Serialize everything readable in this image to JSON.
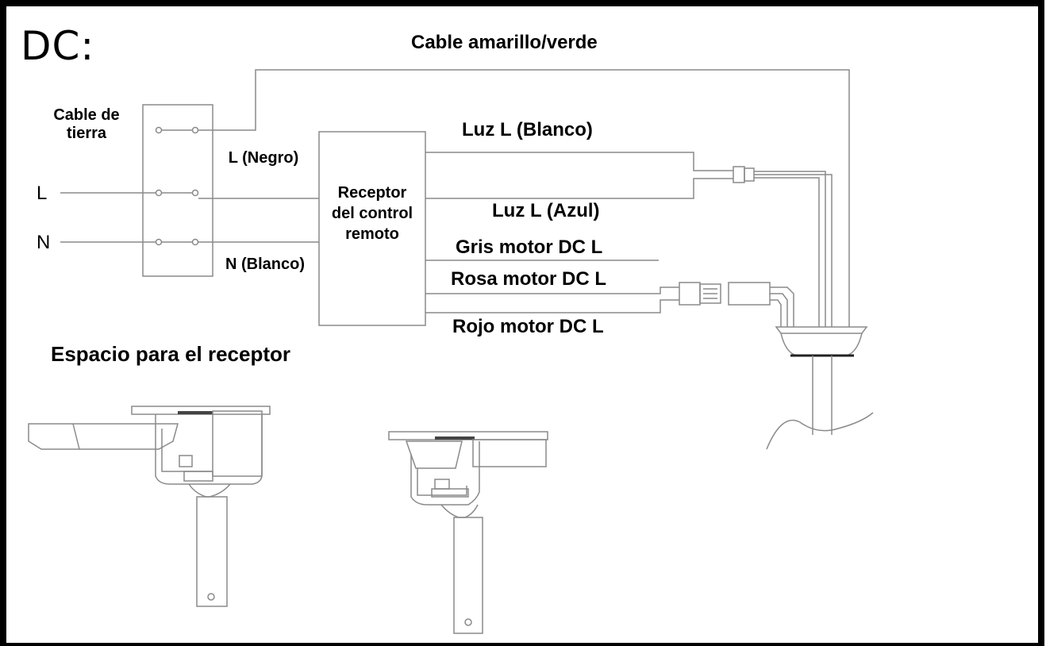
{
  "diagram": {
    "title": "DC:",
    "labels": {
      "ground_wire_top": "Cable amarillo/verde",
      "ground_cable": "Cable de tierra",
      "line_in": "L",
      "neutral_in": "N",
      "line_black": "L (Negro)",
      "neutral_white": "N (Blanco)",
      "receiver": "Receptor del control remoto",
      "light_white": "Luz L (Blanco)",
      "light_blue": "Luz L (Azul)",
      "motor_gray": "Gris motor DC L",
      "motor_pink": "Rosa motor DC L",
      "motor_red": "Rojo motor DC L",
      "receiver_space": "Espacio para el receptor"
    }
  }
}
